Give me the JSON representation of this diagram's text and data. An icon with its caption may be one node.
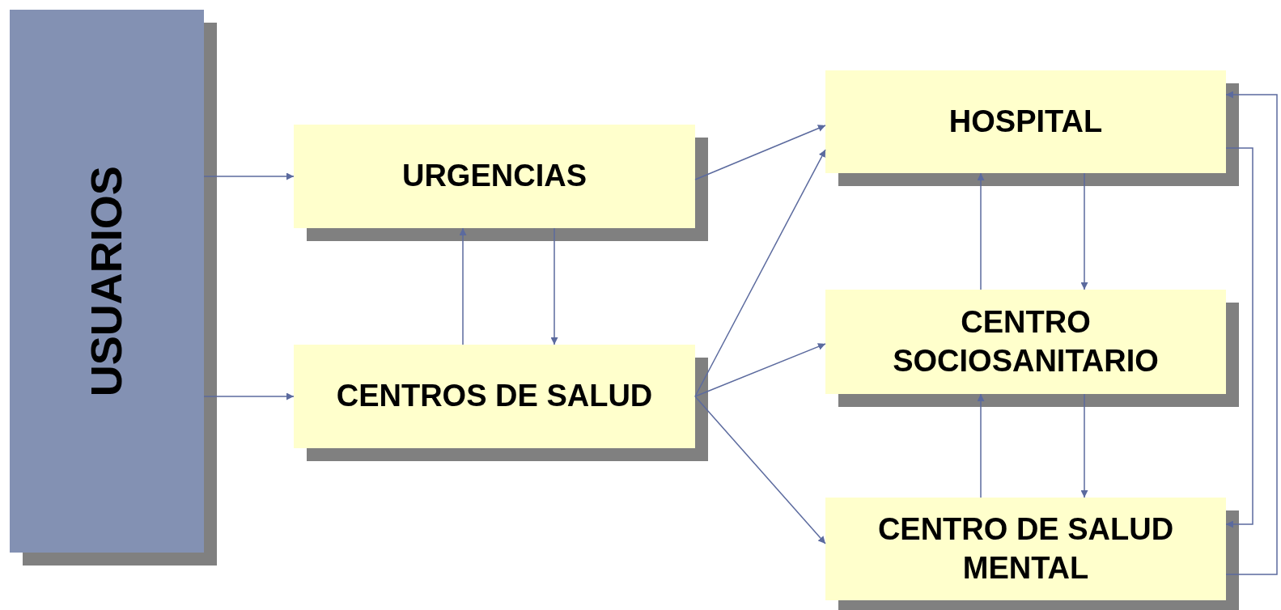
{
  "diagram": {
    "nodes": [
      {
        "text": [
          "USUARIOS"
        ]
      },
      {
        "text": [
          "URGENCIAS"
        ]
      },
      {
        "text": [
          "CENTROS DE SALUD"
        ]
      },
      {
        "text": [
          "HOSPITAL"
        ]
      },
      {
        "text": [
          "CENTRO SOCIOSANITARIO"
        ]
      },
      {
        "text": [
          "CENTRO DE SALUD MENTAL"
        ]
      }
    ],
    "edges": [
      {
        "from": 0,
        "to": 1,
        "arrow": "to"
      },
      {
        "from": 0,
        "to": 2,
        "arrow": "to"
      },
      {
        "from": 1,
        "to": 3,
        "arrow": "to"
      },
      {
        "from": 2,
        "to": 1,
        "arrow": "to"
      },
      {
        "from": 1,
        "to": 2,
        "arrow": "to"
      },
      {
        "from": 2,
        "to": 3,
        "arrow": "to"
      },
      {
        "from": 2,
        "to": 4,
        "arrow": "to"
      },
      {
        "from": 2,
        "to": 5,
        "arrow": "to"
      },
      {
        "from": 4,
        "to": 3,
        "arrow": "to"
      },
      {
        "from": 3,
        "to": 4,
        "arrow": "to"
      },
      {
        "from": 5,
        "to": 4,
        "arrow": "to"
      },
      {
        "from": 4,
        "to": 5,
        "arrow": "to"
      },
      {
        "from": 3,
        "to": 5,
        "arrow": "to"
      },
      {
        "from": 5,
        "to": 3,
        "arrow": "to"
      }
    ]
  }
}
